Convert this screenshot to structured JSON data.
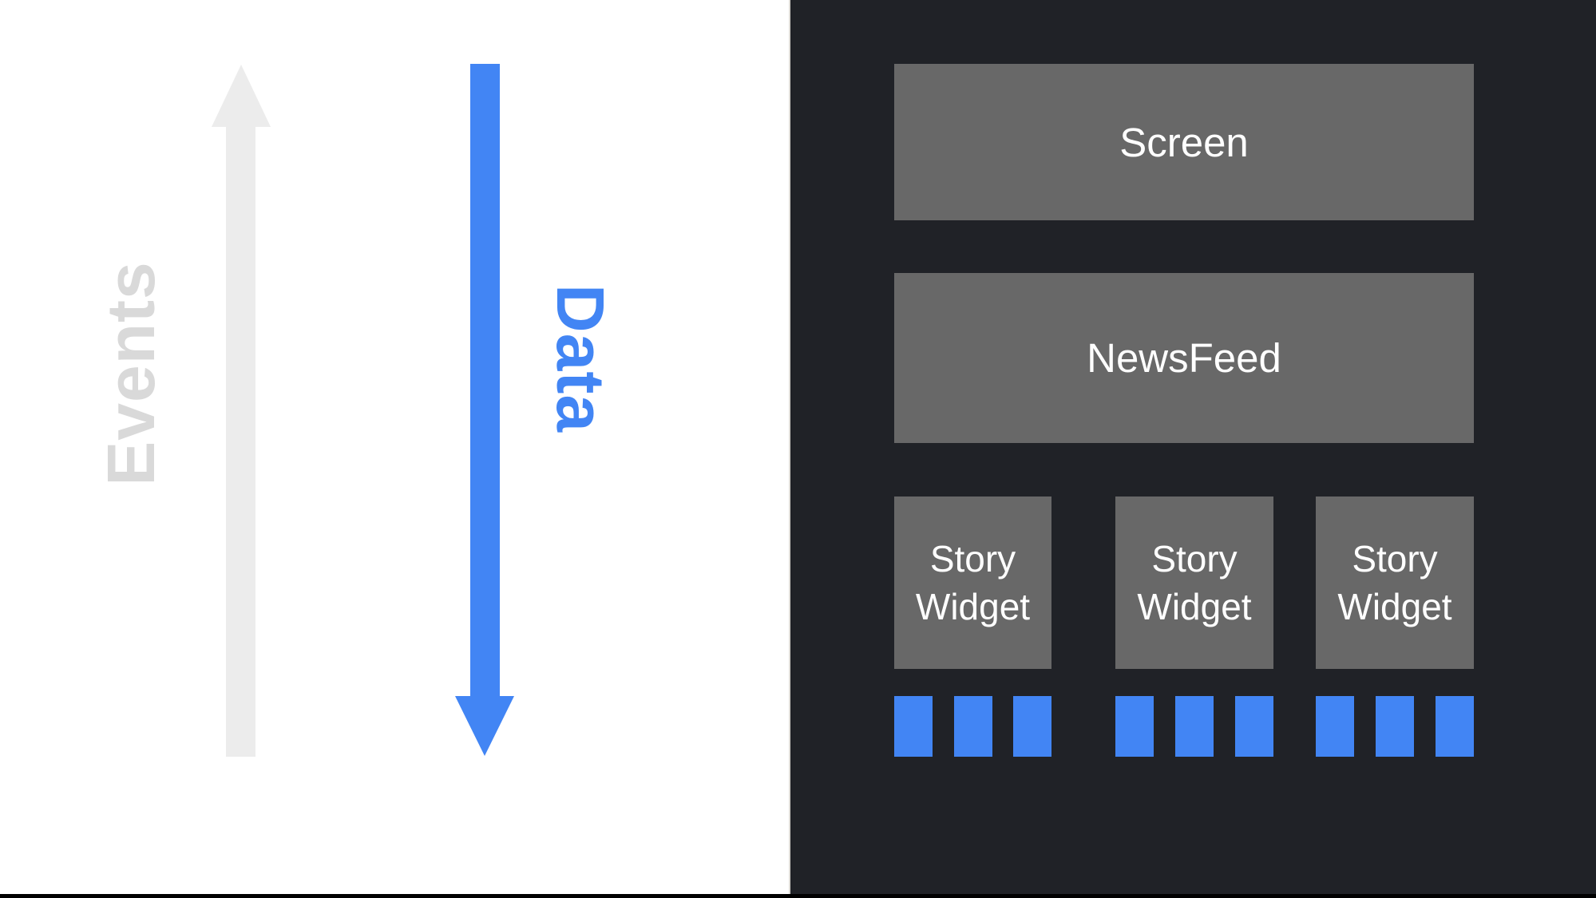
{
  "slide": {
    "left_panel": {
      "events_arrow_label": "Events",
      "data_arrow_label": "Data"
    },
    "widget_tree": {
      "screen_label": "Screen",
      "newsfeed_label": "NewsFeed",
      "story_widgets": [
        {
          "label": "Story Widget",
          "data_block_count": 3
        },
        {
          "label": "Story Widget",
          "data_block_count": 3
        },
        {
          "label": "Story Widget",
          "data_block_count": 3
        }
      ]
    },
    "colors": {
      "accent_blue": "#4285f4",
      "panel_dark": "#202227",
      "box_gray": "#686868",
      "arrow_light_gray": "#ececec",
      "events_label_gray": "#d9d9d9",
      "label_white": "#ffffff",
      "letterbox_black": "#000000"
    }
  }
}
